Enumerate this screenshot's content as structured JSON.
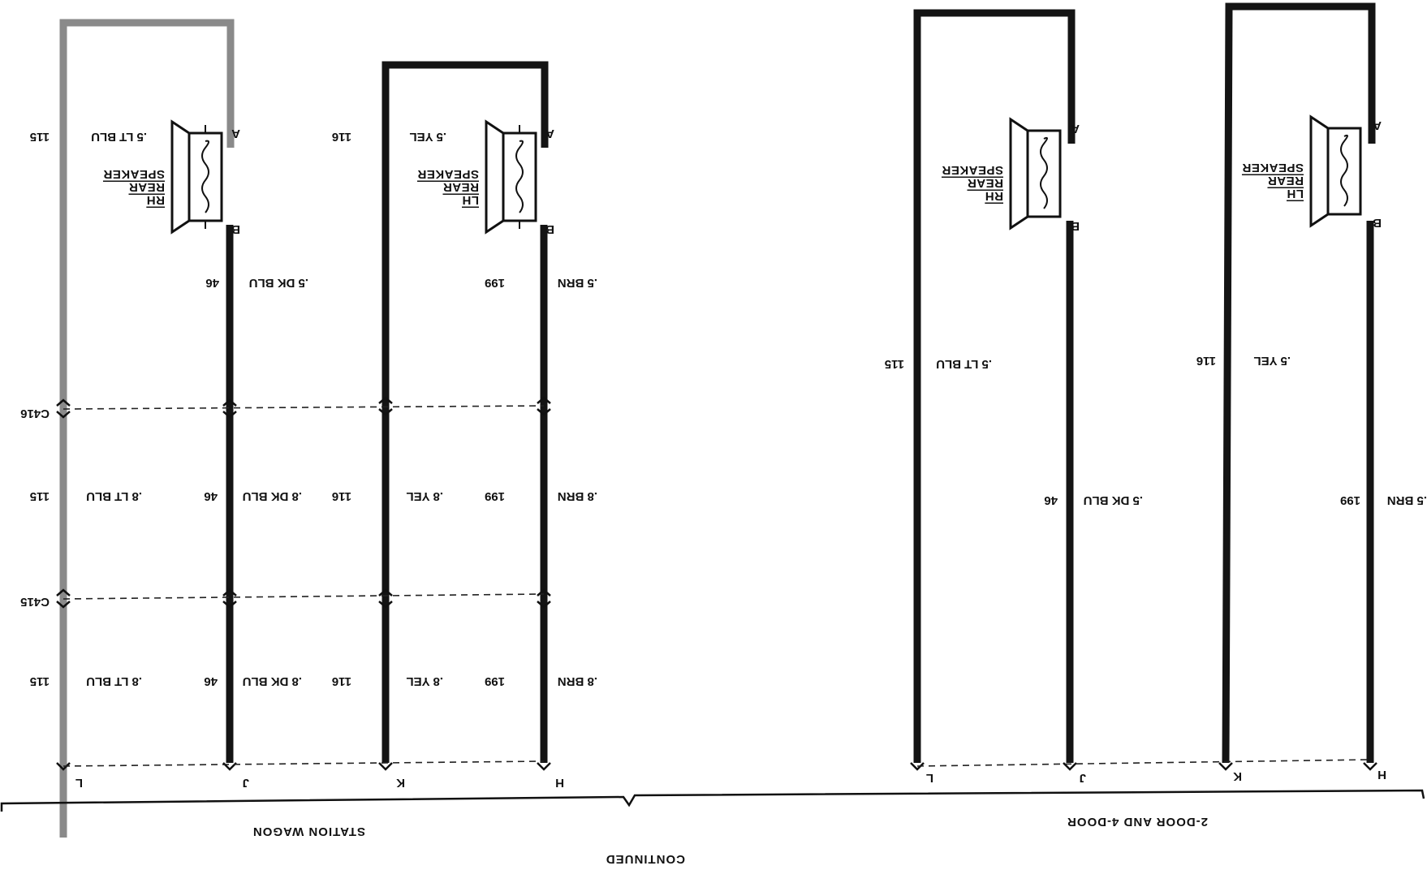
{
  "station_wagon": {
    "section_label": "STATION WAGON",
    "rh_speaker": {
      "line1": "RH",
      "line2": "REAR",
      "line3": "SPEAKER",
      "pin_a": "A",
      "pin_b": "B",
      "wire_a": ".5 LT BLU",
      "circuit_a": "115",
      "wire_b": ".5 DK BLU",
      "circuit_b": "46"
    },
    "lh_speaker": {
      "line1": "LH",
      "line2": "REAR",
      "line3": "SPEAKER",
      "pin_a": "A",
      "pin_b": "B",
      "wire_a": ".5 YEL",
      "circuit_a": "116",
      "wire_b": ".5 BRN",
      "circuit_b": "199"
    },
    "connector_upper": "C416",
    "connector_lower": "C415",
    "mid_wires": {
      "w115": ".8 LT BLU",
      "c115": "115",
      "w46": ".8 DK BLU",
      "c46": "46",
      "w116": ".8 YEL",
      "c116": "116",
      "w199": ".8 BRN",
      "c199": "199"
    },
    "low_wires": {
      "w115": ".8 LT BLU",
      "c115": "115",
      "w46": ".8 DK BLU",
      "c46": "46",
      "w116": ".8 YEL",
      "c116": "116",
      "w199": ".8 BRN",
      "c199": "199"
    },
    "pins": {
      "l": "L",
      "j": "J",
      "k": "K",
      "h": "H"
    }
  },
  "two_four_door": {
    "section_label": "2-DOOR AND 4-DOOR",
    "rh_speaker": {
      "line1": "RH",
      "line2": "REAR",
      "line3": "SPEAKER",
      "pin_a": "A",
      "pin_b": "B"
    },
    "lh_speaker": {
      "line1": "LH",
      "line2": "REAR",
      "line3": "SPEAKER",
      "pin_a": "A",
      "pin_b": "B"
    },
    "wires": {
      "w115": ".5 LT BLU",
      "c115": "115",
      "w116": ".5 YEL",
      "c116": "116",
      "w46": ".5 DK BLU",
      "c46": "46",
      "w199": ".5 BRN",
      "c199": "199"
    },
    "pins": {
      "l": "L",
      "j": "J",
      "k": "K",
      "h": "H"
    }
  },
  "footer": {
    "continued": "CONTINUED"
  }
}
